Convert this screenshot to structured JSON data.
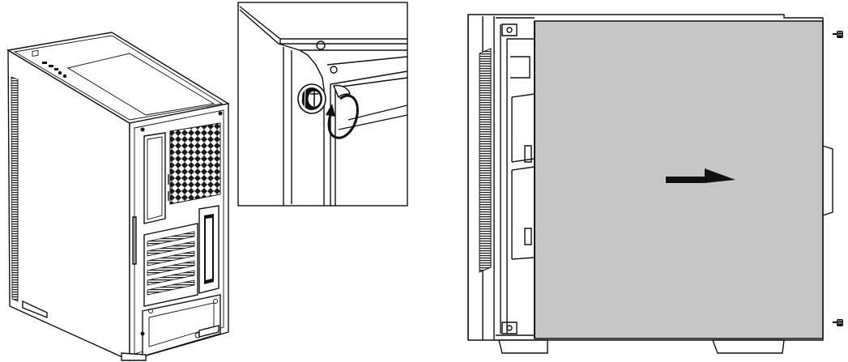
{
  "figure": {
    "panels": [
      "case-rear-view",
      "thumbscrew-detail",
      "side-panel-removal"
    ],
    "icons": [
      "thumbscrew-icon",
      "rotation-arrow-icon",
      "slide-arrow-icon",
      "panel-screw-icon"
    ],
    "colors": {
      "line": "#111111",
      "panel_fill": "#c6c6c6",
      "background": "#ffffff"
    }
  }
}
